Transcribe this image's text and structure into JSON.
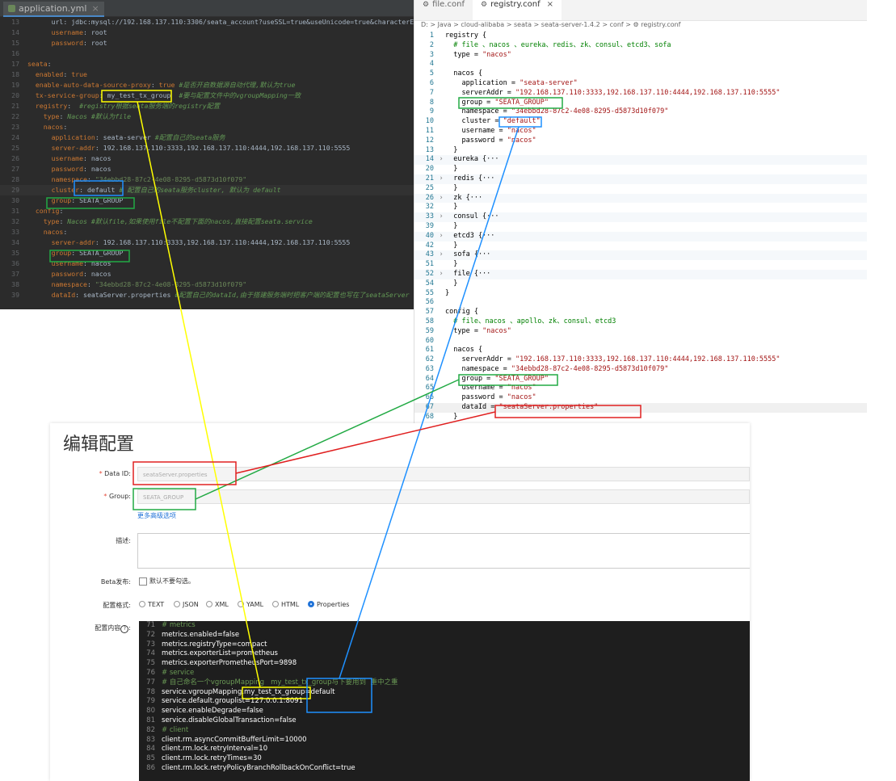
{
  "yaml_editor": {
    "tab_label": "application.yml",
    "lines": [
      {
        "n": "13",
        "parts": [
          [
            "v",
            "      url: jdbc:mysql://192.168.137.110:3306/seata_account?useSSL=true&useUnicode=true&characterEncoding=u"
          ]
        ]
      },
      {
        "n": "14",
        "parts": [
          [
            "k",
            "      username"
          ],
          [
            "v",
            ": root"
          ]
        ]
      },
      {
        "n": "15",
        "parts": [
          [
            "k",
            "      password"
          ],
          [
            "v",
            ": root"
          ]
        ]
      },
      {
        "n": "16",
        "parts": []
      },
      {
        "n": "17",
        "parts": [
          [
            "k",
            "seata"
          ],
          [
            "v",
            ":"
          ]
        ]
      },
      {
        "n": "18",
        "parts": [
          [
            "k",
            "  enabled"
          ],
          [
            "v",
            ": "
          ],
          [
            "t",
            "true"
          ]
        ]
      },
      {
        "n": "19",
        "parts": [
          [
            "k",
            "  enable-auto-data-source-proxy"
          ],
          [
            "v",
            ": "
          ],
          [
            "t",
            "true "
          ],
          [
            "c",
            "#是否开启数据源自动代理,默认为true"
          ]
        ]
      },
      {
        "n": "20",
        "parts": [
          [
            "k",
            "  tx-service-group"
          ],
          [
            "v",
            ": my_test_tx_group  "
          ],
          [
            "c",
            "#要与配置文件中的vgroupMapping一致"
          ]
        ]
      },
      {
        "n": "21",
        "parts": [
          [
            "k",
            "  registry"
          ],
          [
            "v",
            ":  "
          ],
          [
            "c",
            "#registry根据seata服务端的registry配置"
          ]
        ]
      },
      {
        "n": "22",
        "parts": [
          [
            "k",
            "    type"
          ],
          [
            "v",
            ": "
          ],
          [
            "c",
            "Nacos #默认为file"
          ]
        ]
      },
      {
        "n": "23",
        "parts": [
          [
            "k",
            "    nacos"
          ],
          [
            "v",
            ":"
          ]
        ]
      },
      {
        "n": "24",
        "parts": [
          [
            "k",
            "      application"
          ],
          [
            "v",
            ": seata-server "
          ],
          [
            "c",
            "#配置自己的seata服务"
          ]
        ]
      },
      {
        "n": "25",
        "parts": [
          [
            "k",
            "      server-addr"
          ],
          [
            "v",
            ": 192.168.137.110:3333,192.168.137.110:4444,192.168.137.110:5555"
          ]
        ]
      },
      {
        "n": "26",
        "parts": [
          [
            "k",
            "      username"
          ],
          [
            "v",
            ": nacos"
          ]
        ]
      },
      {
        "n": "27",
        "parts": [
          [
            "k",
            "      password"
          ],
          [
            "v",
            ": nacos"
          ]
        ]
      },
      {
        "n": "28",
        "parts": [
          [
            "k",
            "      namespace"
          ],
          [
            "v",
            ": "
          ],
          [
            "s",
            "\"34ebbd28-87c2-4e08-8295-d5873d10f079\""
          ]
        ]
      },
      {
        "n": "29",
        "parts": [
          [
            "k",
            "      cluster"
          ],
          [
            "v",
            ": default "
          ],
          [
            "c",
            "# 配置自己的seata服务cluster, 默认为 default"
          ]
        ],
        "current": true
      },
      {
        "n": "30",
        "parts": [
          [
            "k",
            "      group"
          ],
          [
            "v",
            ": SEATA_GROUP"
          ]
        ]
      },
      {
        "n": "31",
        "parts": [
          [
            "k",
            "  config"
          ],
          [
            "v",
            ":"
          ]
        ]
      },
      {
        "n": "32",
        "parts": [
          [
            "k",
            "    type"
          ],
          [
            "v",
            ": "
          ],
          [
            "c",
            "Nacos #默认file,如果使用file不配置下面的nacos,直接配置seata.service"
          ]
        ]
      },
      {
        "n": "33",
        "parts": [
          [
            "k",
            "    nacos"
          ],
          [
            "v",
            ":"
          ]
        ]
      },
      {
        "n": "34",
        "parts": [
          [
            "k",
            "      server-addr"
          ],
          [
            "v",
            ": 192.168.137.110:3333,192.168.137.110:4444,192.168.137.110:5555"
          ]
        ]
      },
      {
        "n": "35",
        "parts": [
          [
            "k",
            "      group"
          ],
          [
            "v",
            ": SEATA_GROUP"
          ]
        ]
      },
      {
        "n": "36",
        "parts": [
          [
            "k",
            "      username"
          ],
          [
            "v",
            ": nacos"
          ]
        ]
      },
      {
        "n": "37",
        "parts": [
          [
            "k",
            "      password"
          ],
          [
            "v",
            ": nacos"
          ]
        ]
      },
      {
        "n": "38",
        "parts": [
          [
            "k",
            "      namespace"
          ],
          [
            "v",
            ": "
          ],
          [
            "s",
            "\"34ebbd28-87c2-4e08-8295-d5873d10f079\""
          ]
        ]
      },
      {
        "n": "39",
        "parts": [
          [
            "k",
            "      dataId"
          ],
          [
            "v",
            ": seataServer.properties "
          ],
          [
            "c",
            "#配置自己的dataId,由于搭建服务端时把客户端的配置也写在了seataServer"
          ]
        ]
      }
    ]
  },
  "conf_editor": {
    "tabs": [
      {
        "label": "file.conf",
        "active": false
      },
      {
        "label": "registry.conf",
        "active": true
      }
    ],
    "breadcrumb": "D: > Java > cloud-alibaba > seata > seata-server-1.4.2 > conf > ⚙ registry.conf",
    "lines": [
      {
        "n": "1",
        "parts": [
          [
            "k",
            "registry {"
          ]
        ]
      },
      {
        "n": "2",
        "parts": [
          [
            "c",
            "  # file 、nacos 、eureka、redis、zk、consul、etcd3、sofa"
          ]
        ]
      },
      {
        "n": "3",
        "parts": [
          [
            "k",
            "  type = "
          ],
          [
            "s",
            "\"nacos\""
          ]
        ]
      },
      {
        "n": "4",
        "parts": []
      },
      {
        "n": "5",
        "parts": [
          [
            "k",
            "  nacos {"
          ]
        ]
      },
      {
        "n": "6",
        "parts": [
          [
            "k",
            "    application = "
          ],
          [
            "s",
            "\"seata-server\""
          ]
        ]
      },
      {
        "n": "7",
        "parts": [
          [
            "k",
            "    serverAddr = "
          ],
          [
            "s",
            "\"192.168.137.110:3333,192.168.137.110:4444,192.168.137.110:5555\""
          ]
        ]
      },
      {
        "n": "8",
        "parts": [
          [
            "k",
            "    group = "
          ],
          [
            "s",
            "\"SEATA_GROUP\""
          ]
        ]
      },
      {
        "n": "9",
        "parts": [
          [
            "k",
            "    namespace = "
          ],
          [
            "s",
            "\"34ebbd28-87c2-4e08-8295-d5873d10f079\""
          ]
        ]
      },
      {
        "n": "10",
        "parts": [
          [
            "k",
            "    cluster = "
          ],
          [
            "s",
            "\"default\""
          ]
        ]
      },
      {
        "n": "11",
        "parts": [
          [
            "k",
            "    username = "
          ],
          [
            "s",
            "\"nacos\""
          ]
        ]
      },
      {
        "n": "12",
        "parts": [
          [
            "k",
            "    password = "
          ],
          [
            "s",
            "\"nacos\""
          ]
        ]
      },
      {
        "n": "13",
        "parts": [
          [
            "k",
            "  }"
          ]
        ]
      },
      {
        "n": "14",
        "parts": [
          [
            "k",
            "  eureka {···"
          ]
        ],
        "fold": true
      },
      {
        "n": "20",
        "parts": [
          [
            "k",
            "  }"
          ]
        ]
      },
      {
        "n": "21",
        "parts": [
          [
            "k",
            "  redis {···"
          ]
        ],
        "fold": true
      },
      {
        "n": "25",
        "parts": [
          [
            "k",
            "  }"
          ]
        ]
      },
      {
        "n": "26",
        "parts": [
          [
            "k",
            "  zk {···"
          ]
        ],
        "fold": true
      },
      {
        "n": "32",
        "parts": [
          [
            "k",
            "  }"
          ]
        ]
      },
      {
        "n": "33",
        "parts": [
          [
            "k",
            "  consul {···"
          ]
        ],
        "fold": true
      },
      {
        "n": "39",
        "parts": [
          [
            "k",
            "  }"
          ]
        ]
      },
      {
        "n": "40",
        "parts": [
          [
            "k",
            "  etcd3 {···"
          ]
        ],
        "fold": true
      },
      {
        "n": "42",
        "parts": [
          [
            "k",
            "  }"
          ]
        ]
      },
      {
        "n": "43",
        "parts": [
          [
            "k",
            "  sofa {···"
          ]
        ],
        "fold": true
      },
      {
        "n": "51",
        "parts": [
          [
            "k",
            "  }"
          ]
        ]
      },
      {
        "n": "52",
        "parts": [
          [
            "k",
            "  file {···"
          ]
        ],
        "fold": true
      },
      {
        "n": "54",
        "parts": [
          [
            "k",
            "  }"
          ]
        ]
      },
      {
        "n": "55",
        "parts": [
          [
            "k",
            "}"
          ]
        ]
      },
      {
        "n": "56",
        "parts": []
      },
      {
        "n": "57",
        "parts": [
          [
            "k",
            "config {"
          ]
        ]
      },
      {
        "n": "58",
        "parts": [
          [
            "c",
            "  # file、nacos 、apollo、zk、consul、etcd3"
          ]
        ]
      },
      {
        "n": "59",
        "parts": [
          [
            "k",
            "  type = "
          ],
          [
            "s",
            "\"nacos\""
          ]
        ]
      },
      {
        "n": "60",
        "parts": []
      },
      {
        "n": "61",
        "parts": [
          [
            "k",
            "  nacos {"
          ]
        ]
      },
      {
        "n": "62",
        "parts": [
          [
            "k",
            "    serverAddr = "
          ],
          [
            "s",
            "\"192.168.137.110:3333,192.168.137.110:4444,192.168.137.110:5555\""
          ]
        ]
      },
      {
        "n": "63",
        "parts": [
          [
            "k",
            "    namespace = "
          ],
          [
            "s",
            "\"34ebbd28-87c2-4e08-8295-d5873d10f079\""
          ]
        ]
      },
      {
        "n": "64",
        "parts": [
          [
            "k",
            "    group = "
          ],
          [
            "s",
            "\"SEATA_GROUP\""
          ]
        ]
      },
      {
        "n": "65",
        "parts": [
          [
            "k",
            "    username = "
          ],
          [
            "s",
            "\"nacos\""
          ]
        ]
      },
      {
        "n": "66",
        "parts": [
          [
            "k",
            "    password = "
          ],
          [
            "s",
            "\"nacos\""
          ]
        ]
      },
      {
        "n": "67",
        "parts": [
          [
            "k",
            "    dataId = "
          ],
          [
            "s",
            "\"seataServer.properties\""
          ]
        ],
        "highlight": true
      },
      {
        "n": "68",
        "parts": [
          [
            "k",
            "  }"
          ]
        ]
      }
    ]
  },
  "nacos_form": {
    "title": "编辑配置",
    "data_id_label": "Data ID:",
    "data_id_value": "seataServer.properties",
    "group_label": "Group:",
    "group_value": "SEATA_GROUP",
    "required_mark": "*",
    "advanced_link": "更多高级选项",
    "desc_label": "描述:",
    "beta_label": "Beta发布:",
    "beta_text": "默认不要勾选。",
    "format_label": "配置格式:",
    "formats": [
      {
        "label": "TEXT",
        "selected": false
      },
      {
        "label": "JSON",
        "selected": false
      },
      {
        "label": "XML",
        "selected": false
      },
      {
        "label": "YAML",
        "selected": false
      },
      {
        "label": "HTML",
        "selected": false
      },
      {
        "label": "Properties",
        "selected": true
      }
    ],
    "content_label": "配置内容",
    "help_glyph": "?",
    "code_lines": [
      {
        "n": "71",
        "cls": "pc",
        "text": "# metrics"
      },
      {
        "n": "72",
        "cls": "pk",
        "text": "metrics.enabled=false"
      },
      {
        "n": "73",
        "cls": "pk",
        "text": "metrics.registryType=compact"
      },
      {
        "n": "74",
        "cls": "pk",
        "text": "metrics.exporterList=prometheus"
      },
      {
        "n": "75",
        "cls": "pk",
        "text": "metrics.exporterPrometheusPort=9898"
      },
      {
        "n": "76",
        "cls": "pc",
        "text": "# service"
      },
      {
        "n": "77",
        "cls": "pc",
        "text": "# 自己命名一个vgroupMapping   my_test_tx_group与下要用到  重中之重"
      },
      {
        "n": "78",
        "cls": "pk",
        "text": "service.vgroupMapping.my_test_tx_group=default"
      },
      {
        "n": "79",
        "cls": "pk",
        "text": "service.default.grouplist=127.0.0.1:8091"
      },
      {
        "n": "80",
        "cls": "pk",
        "text": "service.enableDegrade=false"
      },
      {
        "n": "81",
        "cls": "pk",
        "text": "service.disableGlobalTransaction=false"
      },
      {
        "n": "82",
        "cls": "pc",
        "text": "# client"
      },
      {
        "n": "83",
        "cls": "pk",
        "text": "client.rm.asyncCommitBufferLimit=10000"
      },
      {
        "n": "84",
        "cls": "pk",
        "text": "client.rm.lock.retryInterval=10"
      },
      {
        "n": "85",
        "cls": "pk",
        "text": "client.rm.lock.retryTimes=30"
      },
      {
        "n": "86",
        "cls": "pk",
        "text": "client.rm.lock.retryPolicyBranchRollbackOnConflict=true"
      }
    ]
  },
  "annotation_colors": {
    "yellow": "#ffff00",
    "blue": "#1e90ff",
    "green": "#22aa44",
    "red": "#e02020"
  }
}
